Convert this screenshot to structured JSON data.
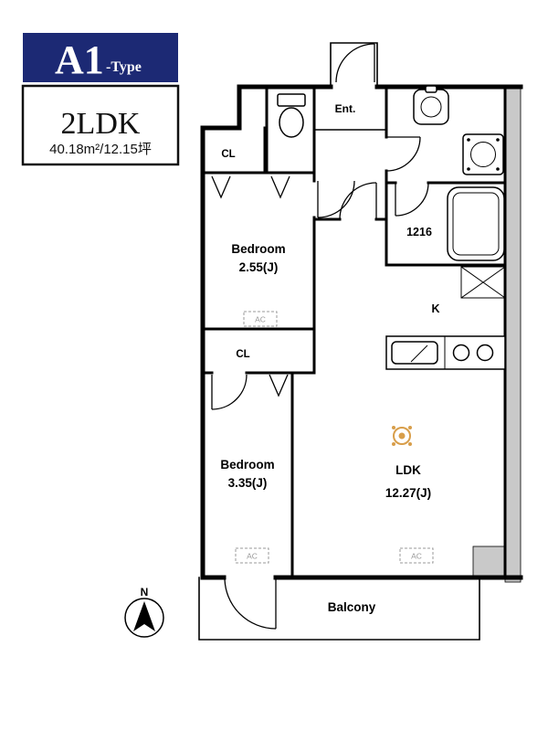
{
  "title": {
    "type_name": "A1",
    "type_suffix": "-Type",
    "layout_type": "2LDK",
    "area": "40.18m²/12.15坪"
  },
  "rooms": {
    "entrance": "Ent.",
    "closet_upper": "CL",
    "closet_lower": "CL",
    "bedroom1": {
      "name": "Bedroom",
      "size": "2.55(J)"
    },
    "bedroom2": {
      "name": "Bedroom",
      "size": "3.35(J)"
    },
    "ldk": {
      "name": "LDK",
      "size": "12.27(J)"
    },
    "kitchen": "K",
    "bath_unit": "1216",
    "balcony": "Balcony"
  },
  "markers": {
    "ac": "AC",
    "north": "N"
  },
  "colors": {
    "badge_navy": "#1c2974",
    "wall_gray": "#c9c9c9",
    "light_orange": "#d89e4a"
  }
}
